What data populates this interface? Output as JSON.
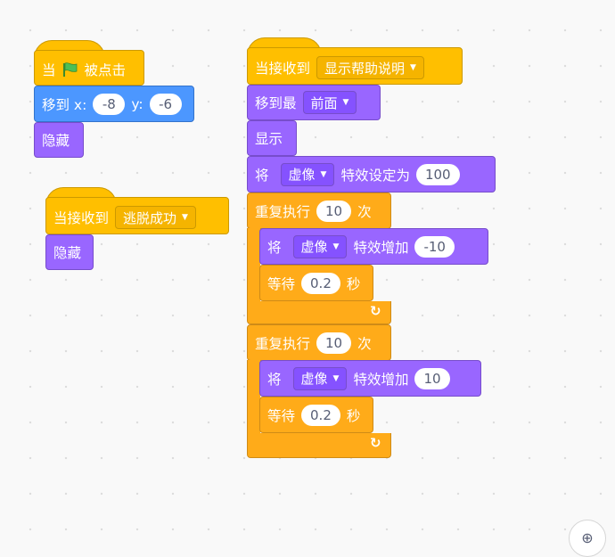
{
  "script1": {
    "hat_when": "当",
    "hat_clicked": "被点击",
    "flag_icon": "green-flag-icon",
    "goto_label": "移到 x:",
    "x_value": "-8",
    "y_label": "y:",
    "y_value": "-6",
    "hide": "隐藏"
  },
  "script2": {
    "hat_receive": "当接收到",
    "message": "逃脱成功",
    "hide": "隐藏"
  },
  "script3": {
    "hat_receive": "当接收到",
    "message": "显示帮助说明",
    "goto_label": "移到最",
    "layer_option": "前面",
    "show": "显示",
    "set_verb": "将",
    "set_effect": "虚像",
    "set_label": "特效设定为",
    "set_value": "100",
    "repeat1_label": "重复执行",
    "repeat1_count": "10",
    "repeat1_suffix": "次",
    "change1_verb": "将",
    "change1_effect": "虚像",
    "change1_label": "特效增加",
    "change1_value": "-10",
    "wait1_label": "等待",
    "wait1_value": "0.2",
    "wait1_unit": "秒",
    "repeat2_label": "重复执行",
    "repeat2_count": "10",
    "repeat2_suffix": "次",
    "change2_verb": "将",
    "change2_effect": "虚像",
    "change2_label": "特效增加",
    "change2_value": "10",
    "wait2_label": "等待",
    "wait2_value": "0.2",
    "wait2_unit": "秒"
  },
  "colors": {
    "events": "#ffbf00",
    "control": "#ffab19",
    "looks": "#9966ff",
    "motion": "#4c97ff"
  }
}
